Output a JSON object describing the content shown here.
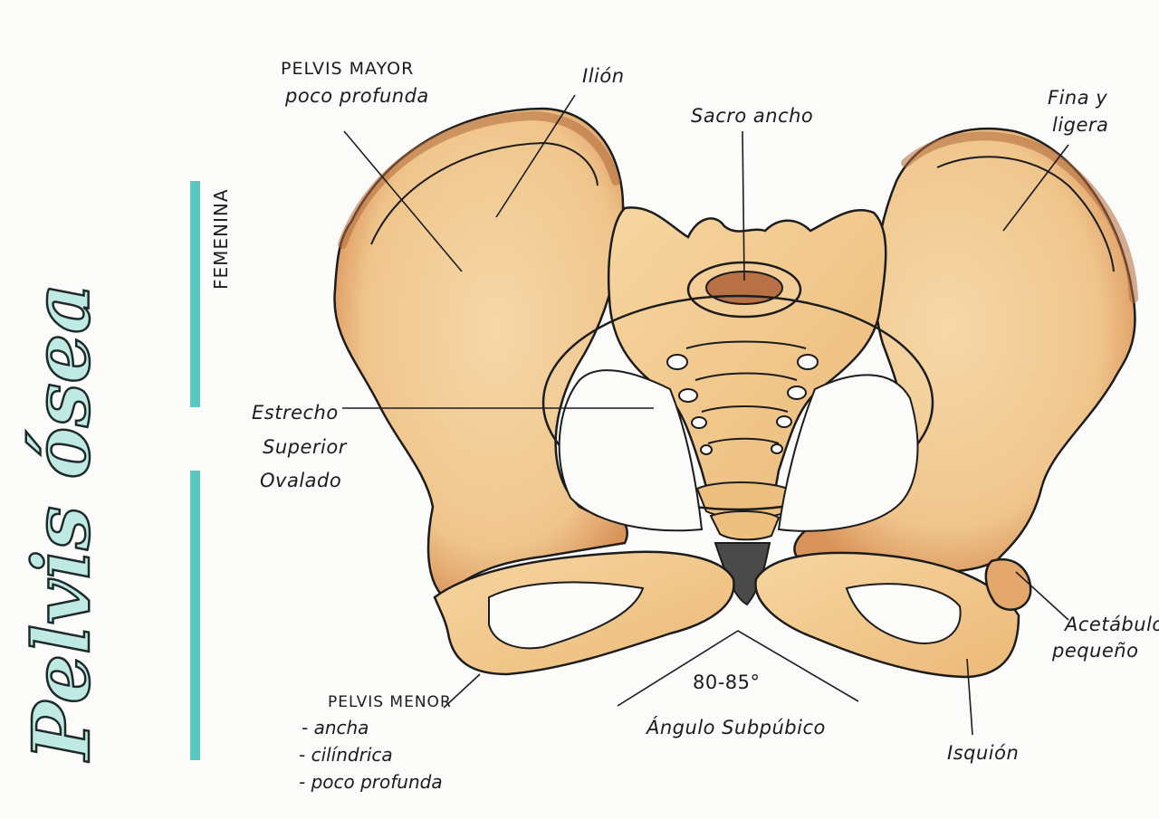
{
  "title": {
    "word1": "Pelvis",
    "word2": "ósea",
    "subtitle": "FEMENINA"
  },
  "labels": {
    "pelvis_mayor_1": "PELVIS MAYOR",
    "pelvis_mayor_2": "poco profunda",
    "ilion": "Ilión",
    "sacro": "Sacro ancho",
    "fina_1": "Fina y",
    "fina_2": "ligera",
    "estrecho_1": "Estrecho",
    "estrecho_2": "Superior",
    "estrecho_3": "Ovalado",
    "acetabulo_1": "Acetábulo",
    "acetabulo_2": "pequeño",
    "isquion": "Isquión",
    "angulo_valor": "80-85°",
    "angulo_nombre": "Ángulo Subpúbico",
    "pelvis_menor": "PELVIS MENOR",
    "menor_items": [
      "- ancha",
      "- cilíndrica",
      "- poco profunda"
    ]
  },
  "colors": {
    "bone": "#f2c98a",
    "bone_shade": "#d98f4e",
    "bone_dark": "#a9663a",
    "coccyx": "#4a4a4a",
    "accent": "#57c9bf",
    "ink": "#1c1c1c"
  }
}
